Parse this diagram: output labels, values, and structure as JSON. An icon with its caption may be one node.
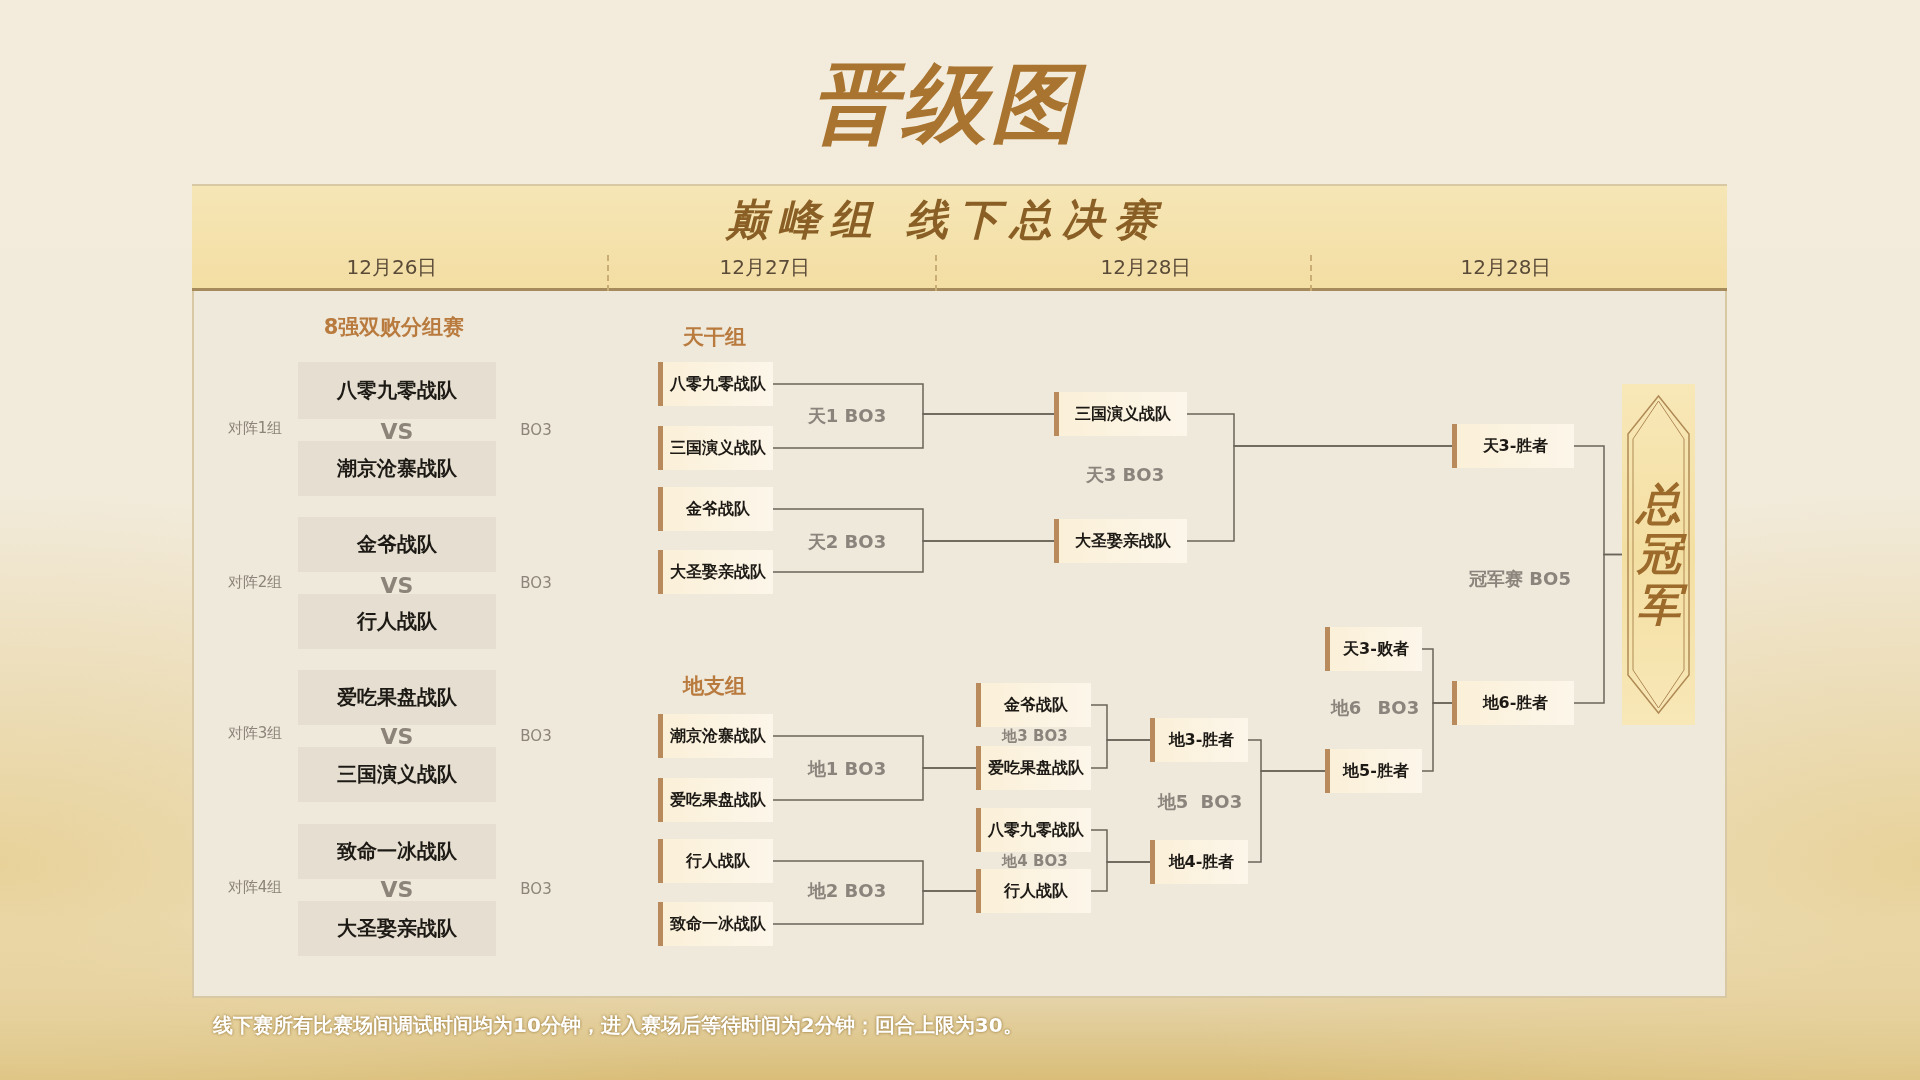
{
  "diagram": {
    "title": "晋级图",
    "caption": "线下赛所有比赛场间调试时间均为10分钟，进入赛场后等待时间为2分钟；回合上限为30。",
    "nodes": [
      {
        "text": [
          "八零九零战队"
        ]
      },
      {
        "text": [
          "潮京沧寨战队"
        ]
      },
      {
        "text": [
          "金爷战队"
        ]
      },
      {
        "text": [
          "行人战队"
        ]
      },
      {
        "text": [
          "爱吃果盘战队"
        ]
      },
      {
        "text": [
          "三国演义战队"
        ]
      },
      {
        "text": [
          "致命一冰战队"
        ]
      },
      {
        "text": [
          "大圣娶亲战队"
        ]
      },
      {
        "text": [
          "八零九零战队"
        ]
      },
      {
        "text": [
          "三国演义战队"
        ]
      },
      {
        "text": [
          "金爷战队"
        ]
      },
      {
        "text": [
          "大圣娶亲战队"
        ]
      },
      {
        "text": [
          "三国演义战队"
        ]
      },
      {
        "text": [
          "大圣娶亲战队"
        ]
      },
      {
        "text": [
          "天3-胜者"
        ]
      },
      {
        "text": [
          "潮京沧寨战队"
        ]
      },
      {
        "text": [
          "爱吃果盘战队"
        ]
      },
      {
        "text": [
          "行人战队"
        ]
      },
      {
        "text": [
          "致命一冰战队"
        ]
      },
      {
        "text": [
          "金爷战队"
        ]
      },
      {
        "text": [
          "爱吃果盘战队"
        ]
      },
      {
        "text": [
          "八零九零战队"
        ]
      },
      {
        "text": [
          "行人战队"
        ]
      },
      {
        "text": [
          "地3-胜者"
        ]
      },
      {
        "text": [
          "地4-胜者"
        ]
      },
      {
        "text": [
          "天3-败者"
        ]
      },
      {
        "text": [
          "地5-胜者"
        ]
      },
      {
        "text": [
          "地6-胜者"
        ]
      },
      {
        "text": [
          "总冠军"
        ]
      }
    ],
    "edges": [
      {
        "from": 8,
        "to": 12,
        "arrow": "none"
      },
      {
        "from": 9,
        "to": 12,
        "arrow": "none"
      },
      {
        "from": 10,
        "to": 13,
        "arrow": "none"
      },
      {
        "from": 11,
        "to": 13,
        "arrow": "none"
      },
      {
        "from": 12,
        "to": 14,
        "arrow": "none"
      },
      {
        "from": 13,
        "to": 14,
        "arrow": "none"
      },
      {
        "from": 15,
        "to": 20,
        "arrow": "none"
      },
      {
        "from": 16,
        "to": 20,
        "arrow": "none"
      },
      {
        "from": 17,
        "to": 22,
        "arrow": "none"
      },
      {
        "from": 18,
        "to": 22,
        "arrow": "none"
      },
      {
        "from": 19,
        "to": 23,
        "arrow": "none"
      },
      {
        "from": 20,
        "to": 23,
        "arrow": "none"
      },
      {
        "from": 21,
        "to": 24,
        "arrow": "none"
      },
      {
        "from": 22,
        "to": 24,
        "arrow": "none"
      },
      {
        "from": 23,
        "to": 26,
        "arrow": "none"
      },
      {
        "from": 24,
        "to": 26,
        "arrow": "none"
      },
      {
        "from": 25,
        "to": 27,
        "arrow": "none"
      },
      {
        "from": 26,
        "to": 27,
        "arrow": "none"
      },
      {
        "from": 14,
        "to": 28,
        "arrow": "none"
      },
      {
        "from": 27,
        "to": 28,
        "arrow": "none"
      }
    ],
    "labels": [
      "巅峰组 线下总决赛",
      "12月26日",
      "12月27日",
      "12月28日",
      "12月28日",
      "8强双败分组赛",
      "天干组",
      "对阵1组",
      "VS",
      "BO3",
      "天1 BO3",
      "天3 BO3",
      "对阵2组",
      "VS",
      "BO3",
      "天2 BO3",
      "冠军赛 BO5",
      "对阵3组",
      "VS",
      "BO3",
      "地支组",
      "地3 BO3",
      "地6 BO3",
      "地1 BO3",
      "地5 BO3",
      "地4 BO3",
      "对阵4组",
      "VS",
      "BO3",
      "地2 BO3"
    ]
  }
}
